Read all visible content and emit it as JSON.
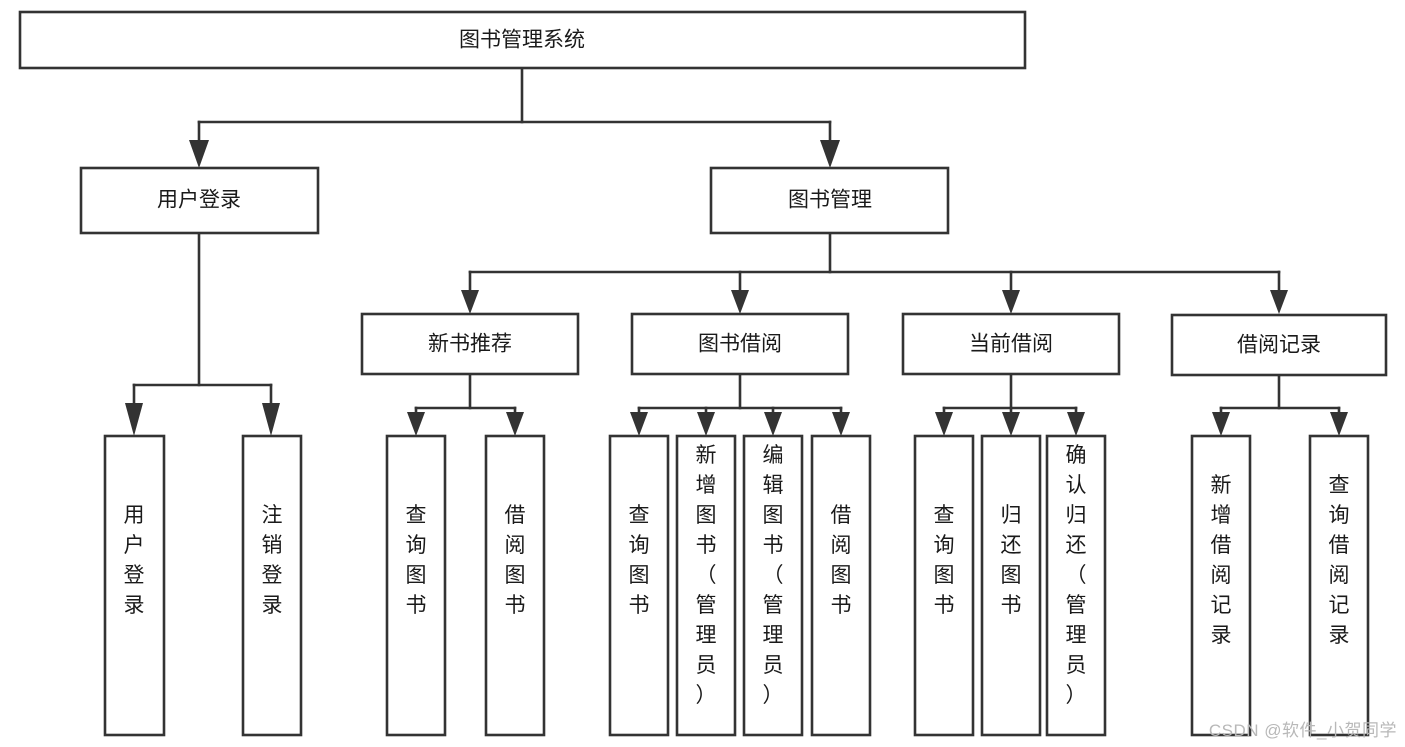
{
  "diagram": {
    "type": "tree",
    "title": "图书管理系统",
    "root": {
      "id": "root",
      "label": "图书管理系统",
      "orientation": "horizontal"
    },
    "level2": [
      {
        "id": "user-login",
        "label": "用户登录",
        "orientation": "horizontal"
      },
      {
        "id": "book-management",
        "label": "图书管理",
        "orientation": "horizontal"
      }
    ],
    "level3": [
      {
        "id": "new-book-recommend",
        "label": "新书推荐",
        "orientation": "horizontal",
        "parent": "book-management"
      },
      {
        "id": "book-borrow",
        "label": "图书借阅",
        "orientation": "horizontal",
        "parent": "book-management"
      },
      {
        "id": "current-borrow",
        "label": "当前借阅",
        "orientation": "horizontal",
        "parent": "book-management"
      },
      {
        "id": "borrow-record",
        "label": "借阅记录",
        "orientation": "horizontal",
        "parent": "book-management"
      }
    ],
    "leaves": [
      {
        "id": "leaf-user-login",
        "label": "用户登录",
        "orientation": "vertical",
        "parent": "user-login"
      },
      {
        "id": "leaf-user-logout",
        "label": "注销登录",
        "orientation": "vertical",
        "parent": "user-login"
      },
      {
        "id": "leaf-query-book-1",
        "label": "查询图书",
        "orientation": "vertical",
        "parent": "new-book-recommend"
      },
      {
        "id": "leaf-borrow-book-1",
        "label": "借阅图书",
        "orientation": "vertical",
        "parent": "new-book-recommend"
      },
      {
        "id": "leaf-query-book-2",
        "label": "查询图书",
        "orientation": "vertical",
        "parent": "book-borrow"
      },
      {
        "id": "leaf-add-book-admin",
        "label": "新增图书（管理员）",
        "orientation": "vertical",
        "parent": "book-borrow"
      },
      {
        "id": "leaf-edit-book-admin",
        "label": "编辑图书（管理员）",
        "orientation": "vertical",
        "parent": "book-borrow"
      },
      {
        "id": "leaf-borrow-book-2",
        "label": "借阅图书",
        "orientation": "vertical",
        "parent": "book-borrow"
      },
      {
        "id": "leaf-query-book-3",
        "label": "查询图书",
        "orientation": "vertical",
        "parent": "current-borrow"
      },
      {
        "id": "leaf-return-book",
        "label": "归还图书",
        "orientation": "vertical",
        "parent": "current-borrow"
      },
      {
        "id": "leaf-confirm-return-admin",
        "label": "确认归还（管理员）",
        "orientation": "vertical",
        "parent": "current-borrow"
      },
      {
        "id": "leaf-add-borrow-record",
        "label": "新增借阅记录",
        "orientation": "vertical",
        "parent": "borrow-record"
      },
      {
        "id": "leaf-query-borrow-record",
        "label": "查询借阅记录",
        "orientation": "vertical",
        "parent": "borrow-record"
      }
    ],
    "colors": {
      "box_fill": "#ffffff",
      "box_stroke": "#333333",
      "text": "#1a1a1a",
      "background": "#ffffff",
      "watermark": "#b8b8b8"
    }
  },
  "watermark": {
    "text": "CSDN @软件_小贺同学"
  }
}
